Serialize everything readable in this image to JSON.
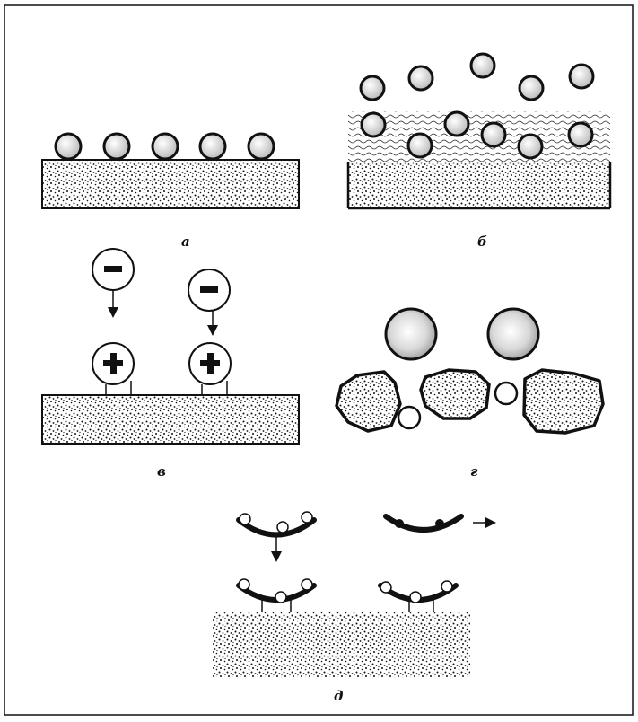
{
  "figure": {
    "panel_labels": {
      "a": "а",
      "b": "б",
      "c": "в",
      "d": "г",
      "e": "д"
    }
  },
  "colors": {
    "ink": "#111111",
    "paper": "#ffffff",
    "ball_fill": "#e2e2e2"
  },
  "symbols": {
    "minus": "minus-sign-icon",
    "plus": "plus-sign-icon",
    "arrow": "arrow-icon"
  }
}
